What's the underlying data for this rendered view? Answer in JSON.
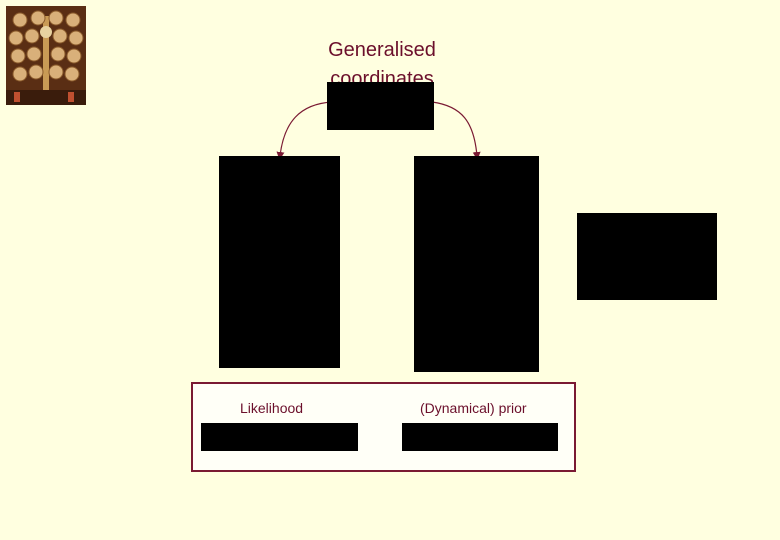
{
  "title": "Generalised coordinates",
  "legend": {
    "left_label": "Likelihood",
    "right_label": "(Dynamical) prior"
  },
  "colors": {
    "background": "#ffffe0",
    "title": "#6b0f2b",
    "arrow": "#7a1a33",
    "border": "#7a1a33",
    "block": "#000000"
  },
  "icons": {
    "thumbnail": "tree-artwork-image"
  }
}
